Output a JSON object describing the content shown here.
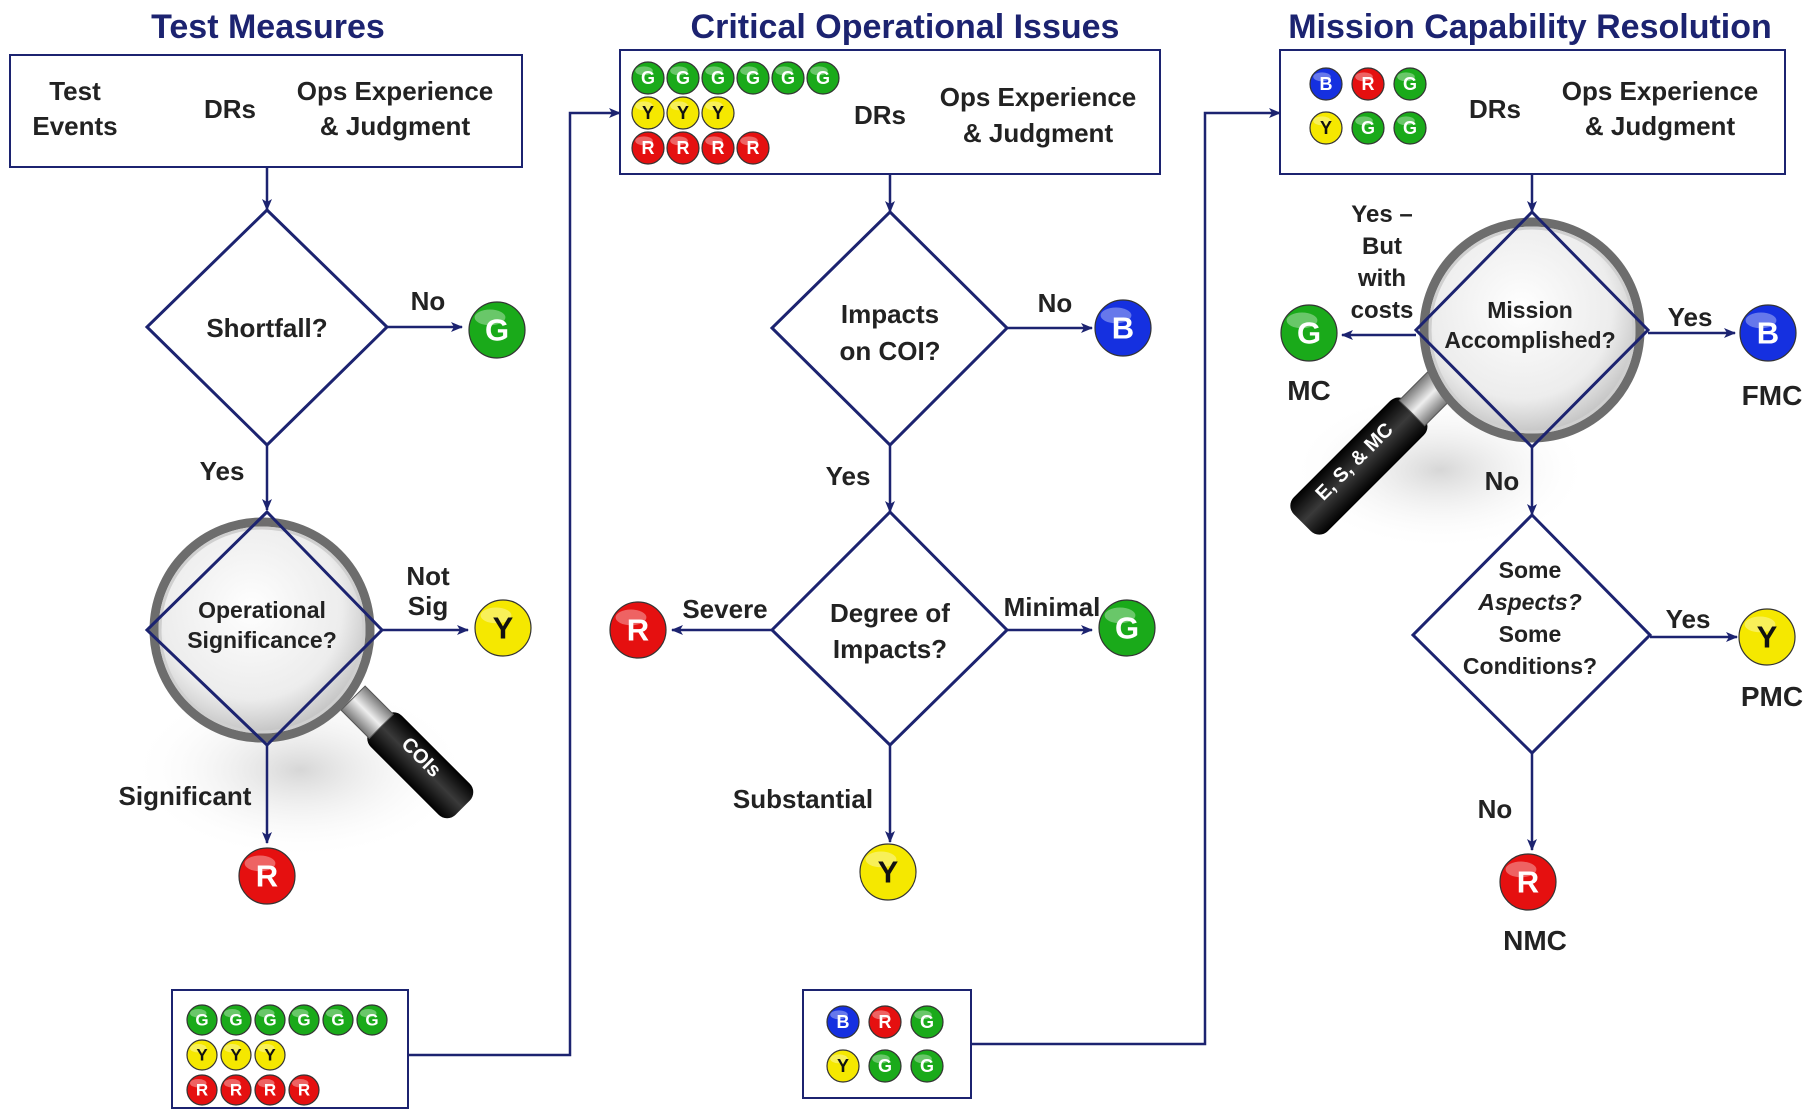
{
  "colors": {
    "navy": "#1c2370",
    "green": "#1aaa1a",
    "yellow": "#f5e800",
    "red": "#e51010",
    "blue": "#1530e0"
  },
  "col1": {
    "title": "Test Measures",
    "box": {
      "test_events_1": "Test",
      "test_events_2": "Events",
      "drs": "DRs",
      "ops_1": "Ops Experience",
      "ops_2": "& Judgment"
    },
    "d1": {
      "text": "Shortfall?",
      "no": "No",
      "yes": "Yes",
      "result_no": "G"
    },
    "d2": {
      "text_1": "Operational",
      "text_2": "Significance?",
      "notsig_1": "Not",
      "notsig_2": "Sig",
      "significant": "Significant",
      "result_notsig": "Y",
      "result_sig": "R",
      "handle": "COIs"
    },
    "summary": {
      "row1": [
        "G",
        "G",
        "G",
        "G",
        "G",
        "G"
      ],
      "row2": [
        "Y",
        "Y",
        "Y"
      ],
      "row3": [
        "R",
        "R",
        "R",
        "R"
      ]
    }
  },
  "col2": {
    "title": "Critical Operational Issues",
    "box": {
      "row1": [
        "G",
        "G",
        "G",
        "G",
        "G",
        "G"
      ],
      "row2": [
        "Y",
        "Y",
        "Y"
      ],
      "row3": [
        "R",
        "R",
        "R",
        "R"
      ],
      "drs": "DRs",
      "ops_1": "Ops Experience",
      "ops_2": "& Judgment"
    },
    "d1": {
      "text_1": "Impacts",
      "text_2": "on COI?",
      "no": "No",
      "yes": "Yes",
      "result_no": "B"
    },
    "d2": {
      "text_1": "Degree of",
      "text_2": "Impacts?",
      "severe": "Severe",
      "minimal": "Minimal",
      "substantial": "Substantial",
      "result_severe": "R",
      "result_minimal": "G",
      "result_substantial": "Y"
    },
    "summary": {
      "row1": [
        "B",
        "R",
        "G"
      ],
      "row2": [
        "Y",
        "G",
        "G"
      ]
    }
  },
  "col3": {
    "title": "Mission Capability Resolution",
    "box": {
      "row1": [
        "B",
        "R",
        "G"
      ],
      "row2": [
        "Y",
        "G",
        "G"
      ],
      "drs": "DRs",
      "ops_1": "Ops Experience",
      "ops_2": "& Judgment"
    },
    "d1": {
      "text_1": "Mission",
      "text_2": "Accomplished?",
      "yes_costs": [
        "Yes –",
        "But",
        "with",
        "costs"
      ],
      "yes": "Yes",
      "no": "No",
      "result_costs": "G",
      "label_costs": "MC",
      "result_yes": "B",
      "label_yes": "FMC",
      "handle": "E, S, & MC"
    },
    "d2": {
      "text_1": "Some",
      "text_2": "Aspects?",
      "text_3": "Some",
      "text_4": "Conditions?",
      "yes": "Yes",
      "no": "No",
      "result_yes": "Y",
      "label_yes": "PMC",
      "result_no": "R",
      "label_no": "NMC"
    }
  }
}
